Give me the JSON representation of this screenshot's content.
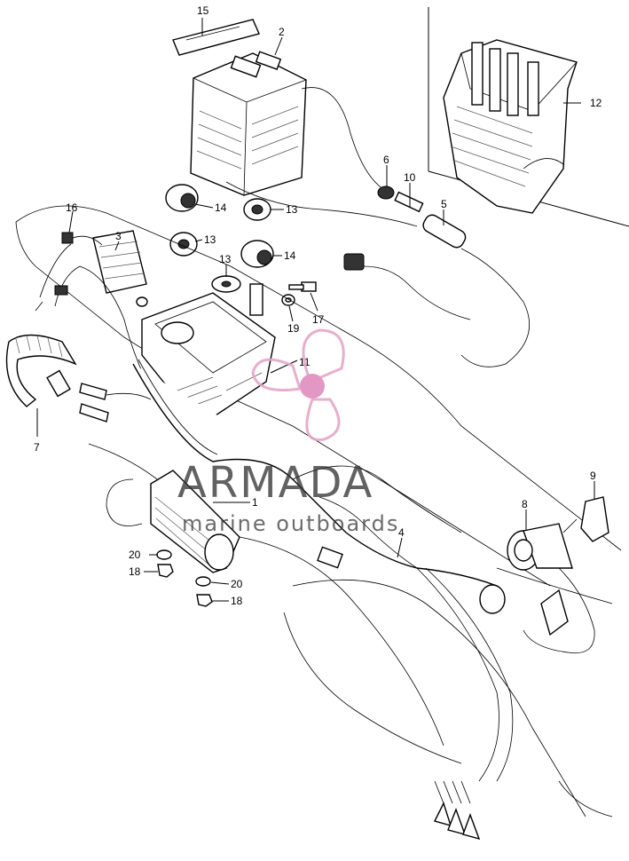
{
  "diagram": {
    "callouts": [
      {
        "id": "c15",
        "text": "15"
      },
      {
        "id": "c2",
        "text": "2"
      },
      {
        "id": "c12",
        "text": "12"
      },
      {
        "id": "c6",
        "text": "6"
      },
      {
        "id": "c10",
        "text": "10"
      },
      {
        "id": "c5",
        "text": "5"
      },
      {
        "id": "c16",
        "text": "16"
      },
      {
        "id": "c3",
        "text": "3"
      },
      {
        "id": "c14a",
        "text": "14"
      },
      {
        "id": "c13a",
        "text": "13"
      },
      {
        "id": "c13b",
        "text": "13"
      },
      {
        "id": "c14b",
        "text": "14"
      },
      {
        "id": "c13c",
        "text": "13"
      },
      {
        "id": "c17",
        "text": "17"
      },
      {
        "id": "c19",
        "text": "19"
      },
      {
        "id": "c11",
        "text": "11"
      },
      {
        "id": "c7",
        "text": "7"
      },
      {
        "id": "c1",
        "text": "1"
      },
      {
        "id": "c4",
        "text": "4"
      },
      {
        "id": "c8",
        "text": "8"
      },
      {
        "id": "c9",
        "text": "9"
      },
      {
        "id": "c20a",
        "text": "20"
      },
      {
        "id": "c18a",
        "text": "18"
      },
      {
        "id": "c20b",
        "text": "20"
      },
      {
        "id": "c18b",
        "text": "18"
      }
    ]
  },
  "watermark": {
    "brand": "ARMADA",
    "tagline": "marine outboards",
    "colors": {
      "logo": "#e6a6c8",
      "logo_center": "#e08cbf",
      "text": "#333333"
    }
  }
}
